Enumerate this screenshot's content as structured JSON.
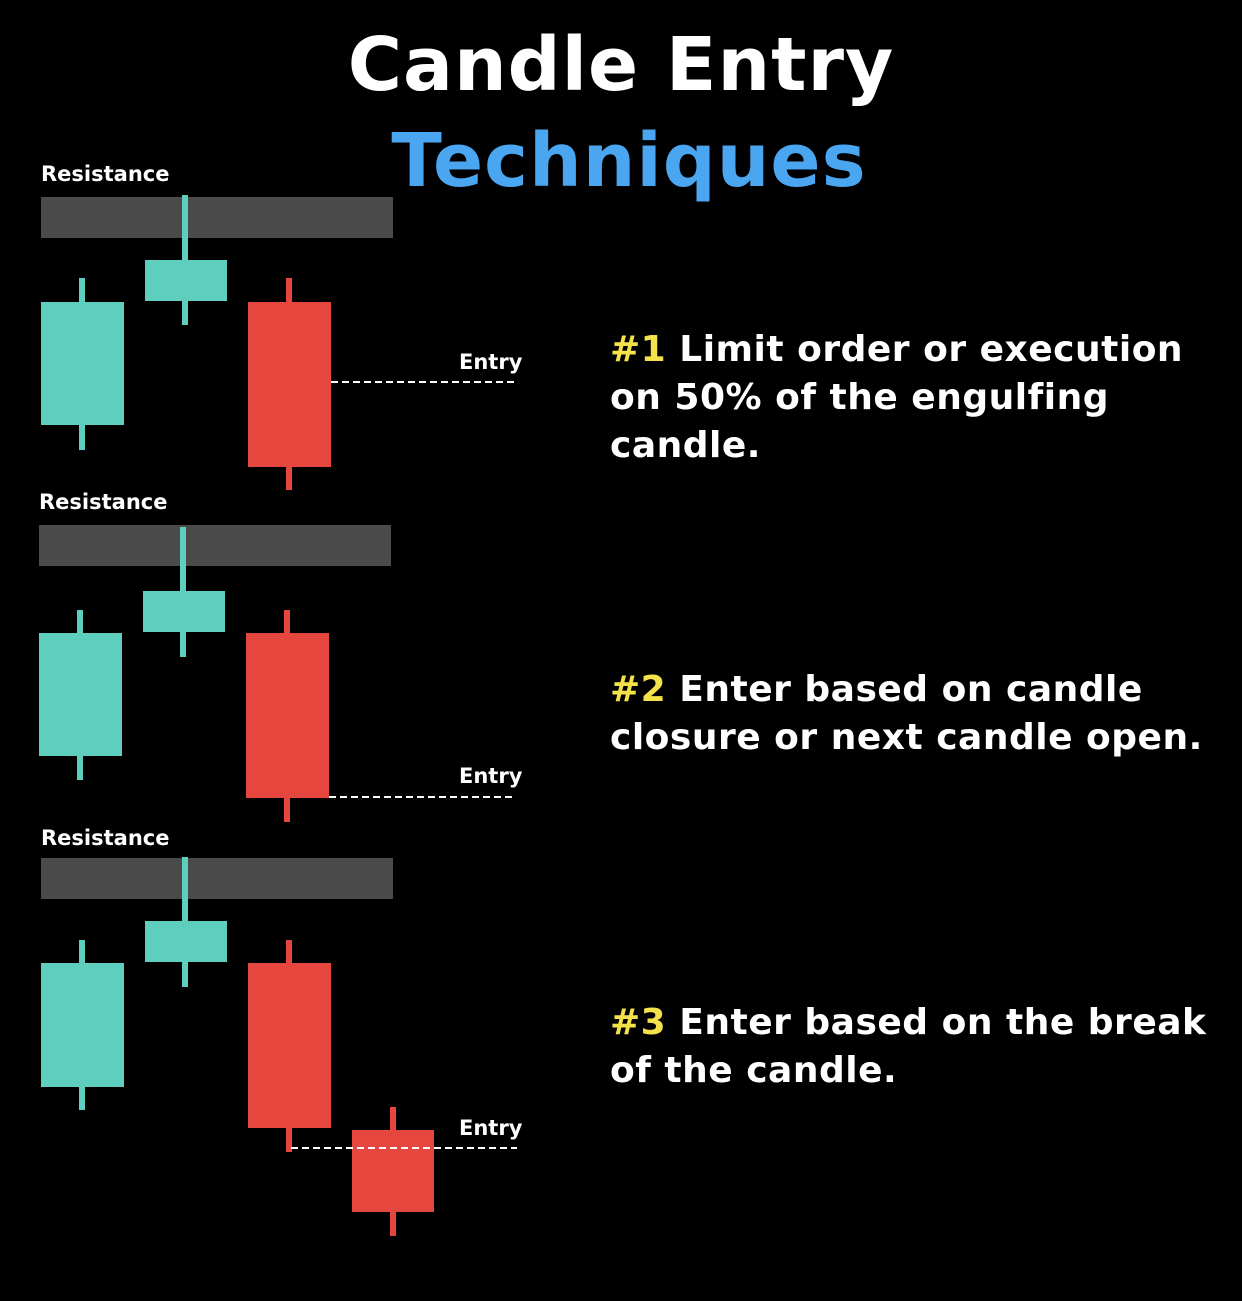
{
  "title": {
    "line1": "Candle Entry",
    "line2": "Techniques"
  },
  "colors": {
    "background": "#000000",
    "bullish": "#5ecfbe",
    "bearish": "#e5473e",
    "resistance_zone": "#4a4a4a",
    "number_accent": "#f4e24a",
    "subtitle_accent": "#4aa6f0"
  },
  "diagrams": [
    {
      "resistance_label": "Resistance",
      "entry_label": "Entry",
      "entry_rule": "50% of engulfing candle"
    },
    {
      "resistance_label": "Resistance",
      "entry_label": "Entry",
      "entry_rule": "candle close"
    },
    {
      "resistance_label": "Resistance",
      "entry_label": "Entry",
      "entry_rule": "break of candle low"
    }
  ],
  "techniques": [
    {
      "number": "#1",
      "text": "Limit order or execution on 50% of the engulfing candle."
    },
    {
      "number": "#2",
      "text": "Enter based on candle closure or next candle open."
    },
    {
      "number": "#3",
      "text": "Enter based on the break of the candle."
    }
  ]
}
